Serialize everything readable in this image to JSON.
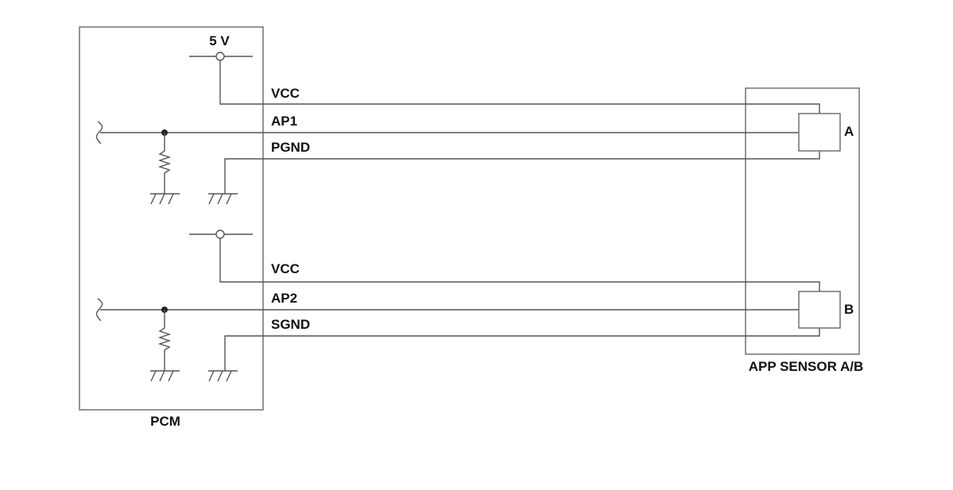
{
  "pcm": {
    "label": "PCM",
    "supply_label": "5 V"
  },
  "sensor_module": {
    "label": "APP SENSOR A/B"
  },
  "sensor_a": {
    "label": "A",
    "wires": {
      "vcc": "VCC",
      "signal": "AP1",
      "ground": "PGND"
    }
  },
  "sensor_b": {
    "label": "B",
    "wires": {
      "vcc": "VCC",
      "signal": "AP2",
      "ground": "SGND"
    }
  },
  "colors": {
    "wire": "#555555",
    "box": "#666666",
    "text": "#111111",
    "junction": "#222222"
  }
}
